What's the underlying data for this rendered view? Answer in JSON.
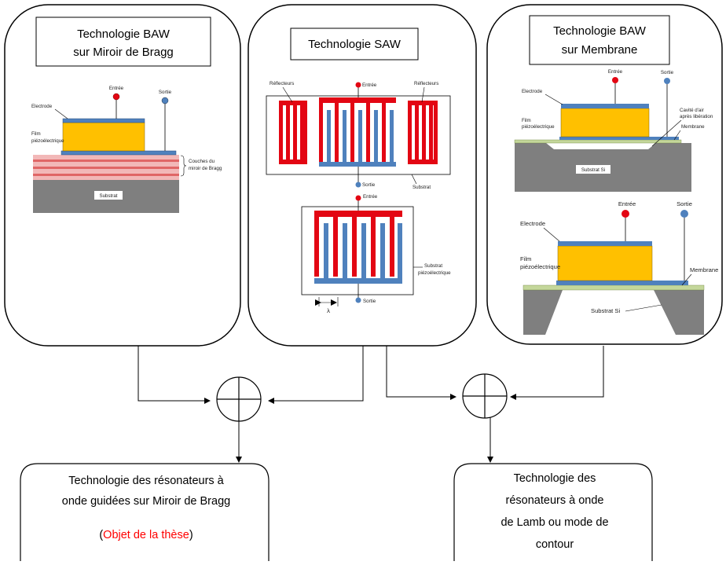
{
  "panels": {
    "left": {
      "title": [
        "Technologie BAW",
        "sur Miroir de Bragg"
      ],
      "labels": {
        "electrode": "Electrode",
        "entree": "Entrée",
        "sortie": "Sortie",
        "film": [
          "Film",
          "piézoélectrique"
        ],
        "couches": [
          "Couches du",
          "miroir de Bragg"
        ],
        "substrat": "Substrat"
      }
    },
    "middle": {
      "title": "Technologie SAW",
      "labels": {
        "reflecteurs_left": "Réflecteurs",
        "reflecteurs_right": "Réflecteurs",
        "entree_top": "Entrée",
        "substrat": "Substrat",
        "sortie_top": "Sortie",
        "entree_bottom": "Entrée",
        "substrat_piezo": [
          "Substrat",
          "piézoélectrique"
        ],
        "sortie_bottom": "Sortie",
        "lambda": "λ"
      }
    },
    "right": {
      "title": [
        "Technologie BAW",
        "sur Membrane"
      ],
      "labels": {
        "entree_top": "Entrée",
        "sortie_top": "Sortie",
        "electrode_top": "Electrode",
        "cavite": [
          "Cavité d'air",
          "après libération"
        ],
        "film_top": [
          "Film",
          "piézoélectrique"
        ],
        "membrane_top": "Membrane",
        "substrat_top": "Substrat Si",
        "entree_bottom": "Entrée",
        "sortie_bottom": "Sortie",
        "electrode_bottom": "Electrode",
        "film_bottom": [
          "Film",
          "piézoélectrique"
        ],
        "membrane_bottom": "Membrane",
        "substrat_bottom": "Substrat Si"
      }
    }
  },
  "outputs": {
    "left": {
      "lines": [
        "Technologie des résonateurs à",
        "onde guidées sur Miroir de Bragg"
      ],
      "note_open": "(",
      "note_text": "Objet de la thèse",
      "note_close": ")"
    },
    "right": {
      "lines": [
        "Technologie des",
        "résonateurs à onde",
        "de Lamb ou mode de",
        "contour"
      ]
    }
  },
  "colors": {
    "electrode": "#4f81bd",
    "film": "#ffc000",
    "ide_red": "#e30613",
    "ide_blue": "#4f81bd",
    "substrate": "#7f7f7f",
    "membrane": "#c4d79b",
    "bragg_pink": "#f2b8b8",
    "bragg_red": "#e06666",
    "highlight": "#ff0000"
  }
}
